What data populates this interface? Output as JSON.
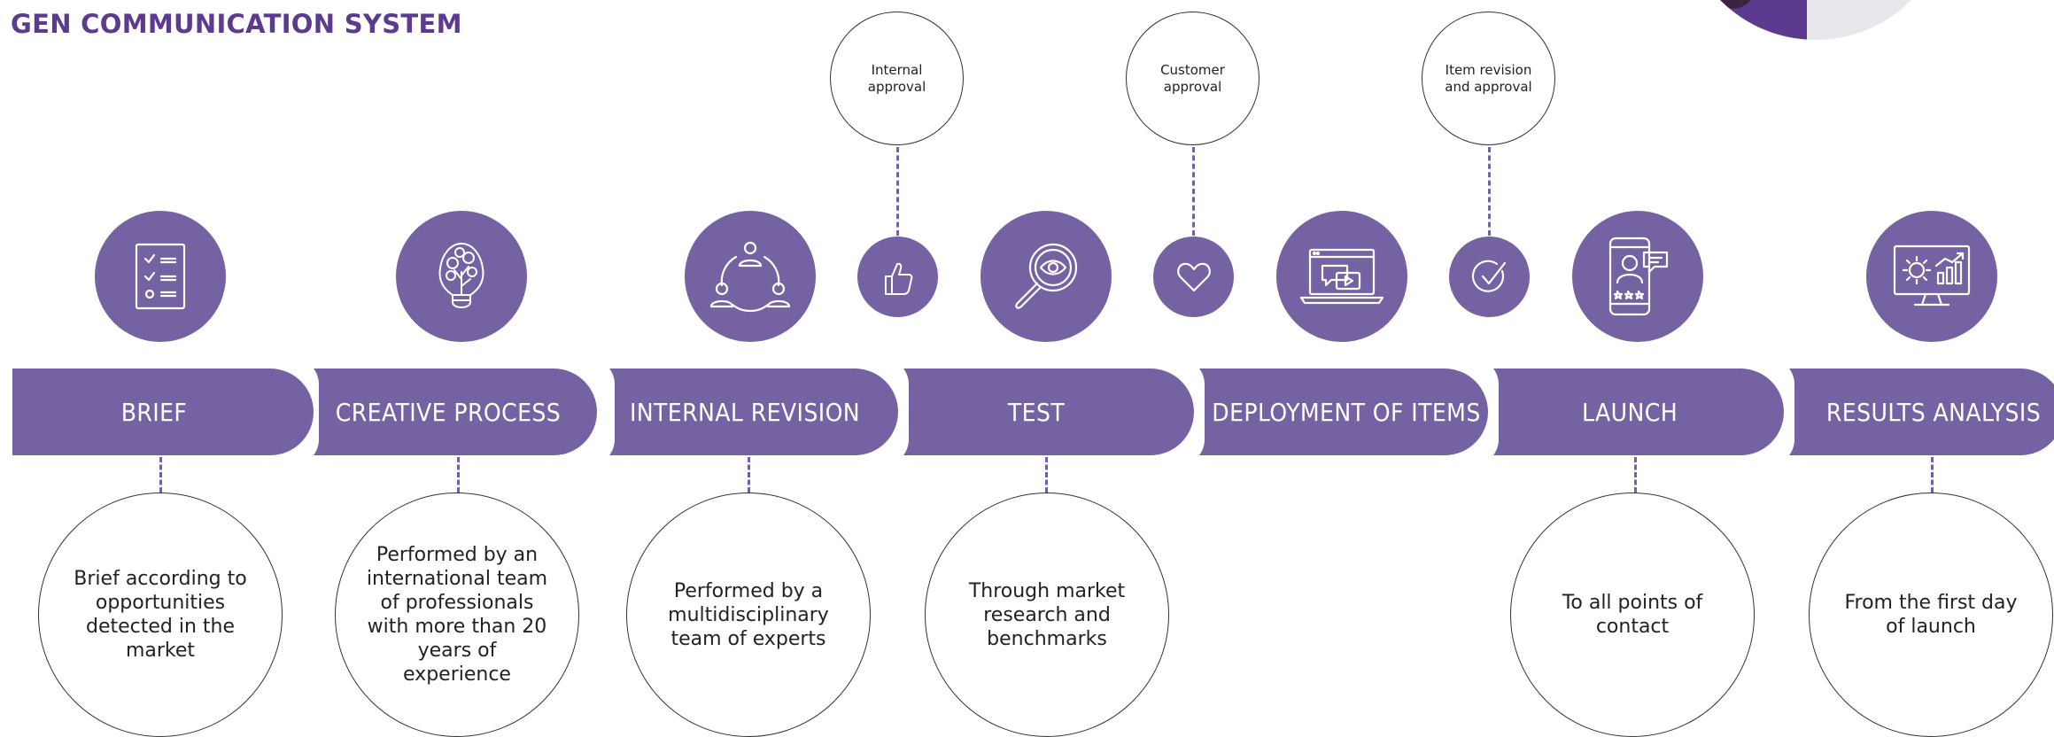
{
  "title": "GEN COMMUNICATION SYSTEM",
  "colors": {
    "title": "#5b3a8f",
    "band": "#7562a3",
    "icon_circle": "#7562a3",
    "dash": "#7562a3",
    "outline": "#333333"
  },
  "stages": [
    {
      "label": "BRIEF",
      "icon": "checklist-icon",
      "description": "Brief according to opportunities detected in the market"
    },
    {
      "label": "CREATIVE PROCESS",
      "icon": "lightbulb-tree-icon",
      "description": "Performed by an international team of professionals with more than 20 years of experience"
    },
    {
      "label": "INTERNAL REVISION",
      "icon": "team-network-icon",
      "description": "Performed by a multidisciplinary team of experts"
    },
    {
      "label": "TEST",
      "icon": "magnifier-eye-icon",
      "description": "Through market research and benchmarks"
    },
    {
      "label": "DEPLOYMENT OF ITEMS",
      "icon": "laptop-video-icon",
      "description": ""
    },
    {
      "label": "LAUNCH",
      "icon": "smartphone-rating-icon",
      "description": "To all points of contact"
    },
    {
      "label": "RESULTS ANALYSIS",
      "icon": "monitor-analytics-icon",
      "description": "From the first day of launch"
    }
  ],
  "approvals": [
    {
      "label": "Internal approval",
      "icon": "thumbs-up-icon"
    },
    {
      "label": "Customer approval",
      "icon": "heart-icon"
    },
    {
      "label": "Item revision and approval",
      "icon": "checkmark-circle-icon"
    }
  ]
}
